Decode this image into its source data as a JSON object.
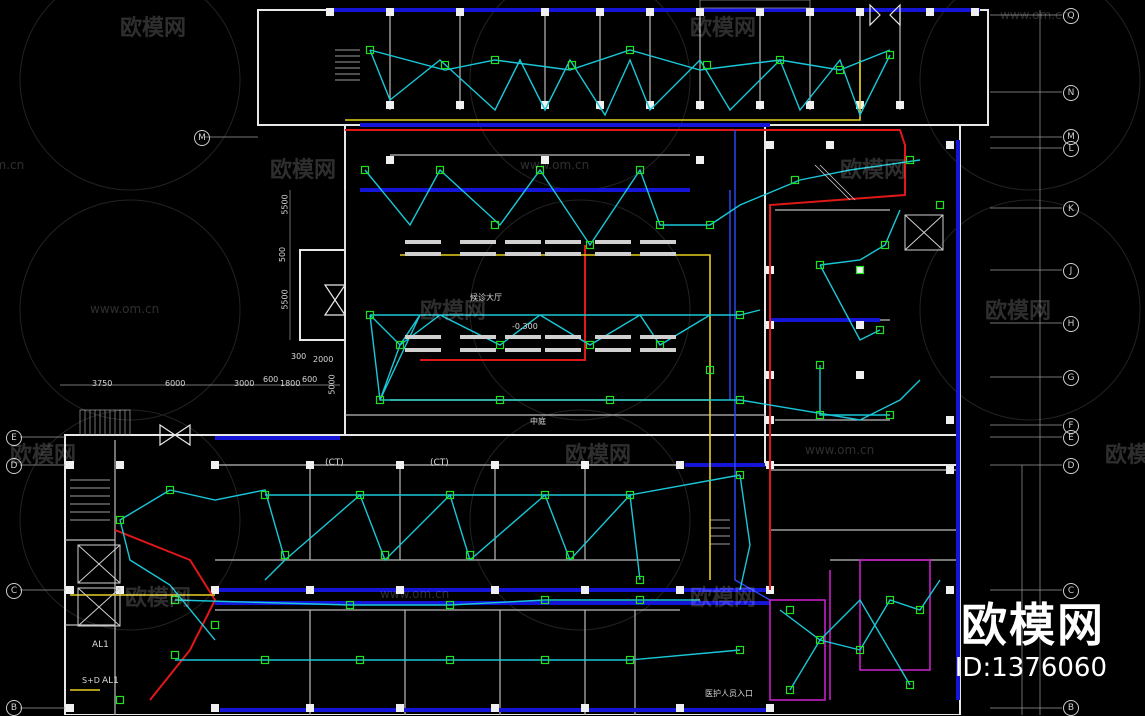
{
  "watermark": {
    "brand_cn": "欧模网",
    "site": "www.om.cn"
  },
  "brand_block": {
    "name": "欧模网",
    "id_text": "ID:1376060"
  },
  "room_labels": {
    "hall": "候诊大厅",
    "ct1": "(CT)",
    "ct2": "(CT)",
    "lobby": "中庭",
    "al1a": "AL1",
    "al1b": "AL1",
    "sd": "S+D",
    "entrance": "医护人员入口",
    "elevation": "-0.300"
  },
  "grid_axes": {
    "right": [
      "Q",
      "N",
      "M",
      "L",
      "K",
      "J",
      "H",
      "G",
      "F",
      "E",
      "D",
      "C",
      "B"
    ],
    "left": [
      "M",
      "E",
      "D",
      "C",
      "B"
    ]
  },
  "dimensions_top": [
    "3750",
    "6000",
    "3000",
    "600",
    "1800",
    "600"
  ],
  "dimensions_left": [
    "5500",
    "500",
    "5500",
    "300",
    "2000",
    "5000"
  ],
  "colors": {
    "background": "#000000",
    "wall_white": "#ffffff",
    "column_blue": "#1010d0",
    "circuit_cyan": "#19c8d8",
    "circuit_red": "#e01818",
    "circuit_yellow": "#e8d020",
    "device_green": "#20e020",
    "partition_magenta": "#d020d0"
  }
}
